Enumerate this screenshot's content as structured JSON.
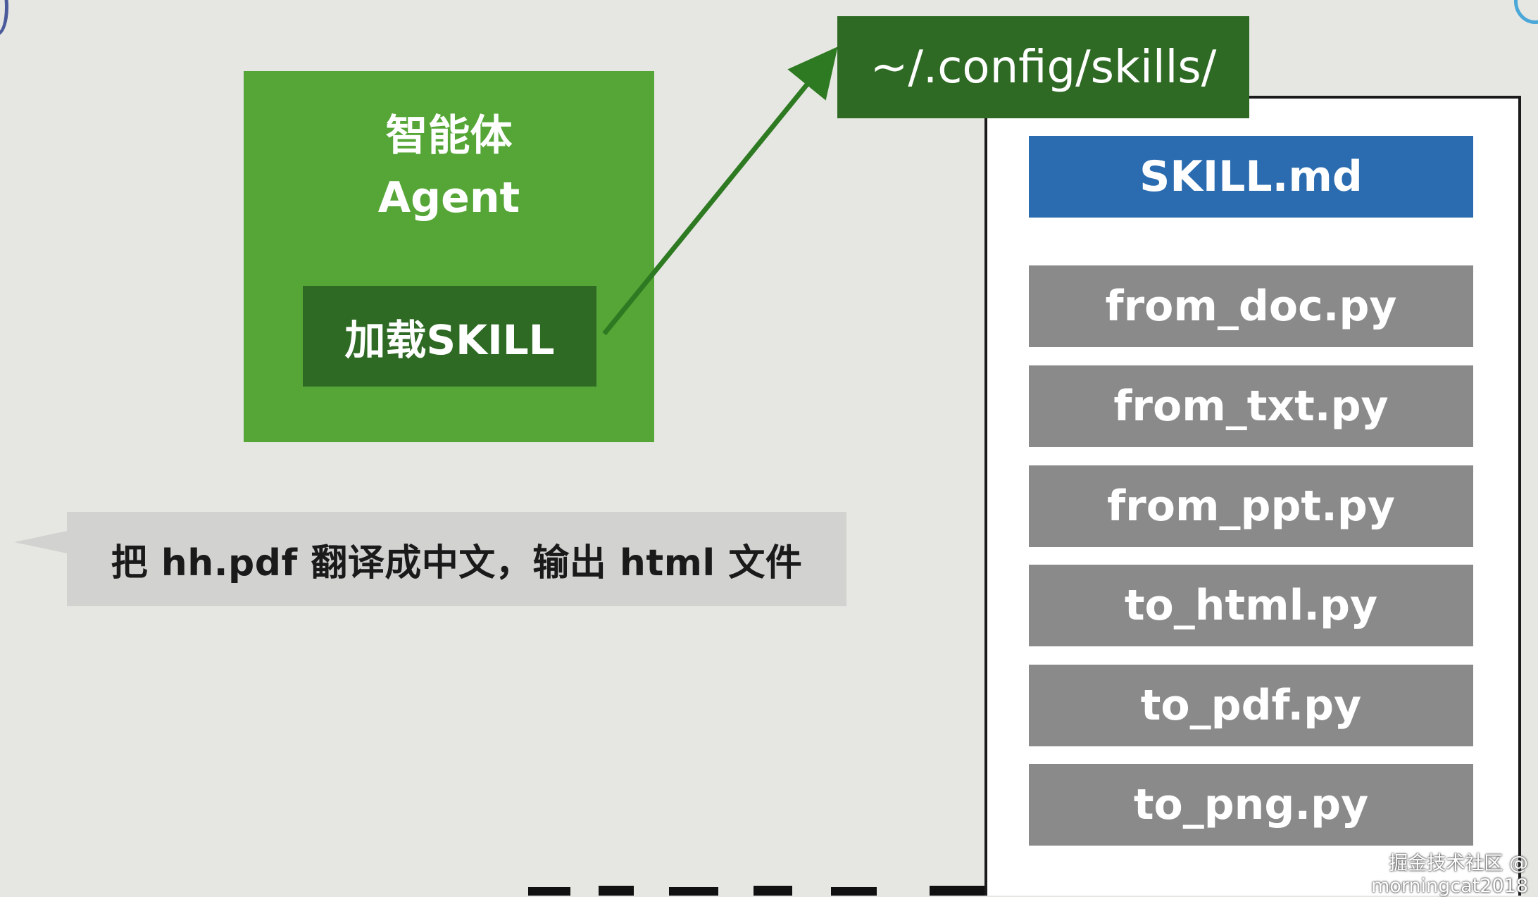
{
  "agent": {
    "title_cn": "智能体",
    "title_en": "Agent",
    "load_button": "加载SKILL"
  },
  "folder": {
    "path": "~/.config/skills/"
  },
  "files": [
    {
      "name": "SKILL.md",
      "kind": "md"
    },
    {
      "name": "from_doc.py",
      "kind": "py"
    },
    {
      "name": "from_txt.py",
      "kind": "py"
    },
    {
      "name": "from_ppt.py",
      "kind": "py"
    },
    {
      "name": "to_html.py",
      "kind": "py"
    },
    {
      "name": "to_pdf.py",
      "kind": "py"
    },
    {
      "name": "to_png.py",
      "kind": "py"
    }
  ],
  "prompt": {
    "text": "把 hh.pdf 翻译成中文，输出 html 文件"
  },
  "watermark": "掘金技术社区 @ morningcat2018",
  "colors": {
    "background": "#e6e7e2",
    "agent_green": "#55a637",
    "dark_green": "#2e6a24",
    "skill_blue": "#2b6cb0",
    "file_gray": "#8a8a8a"
  }
}
